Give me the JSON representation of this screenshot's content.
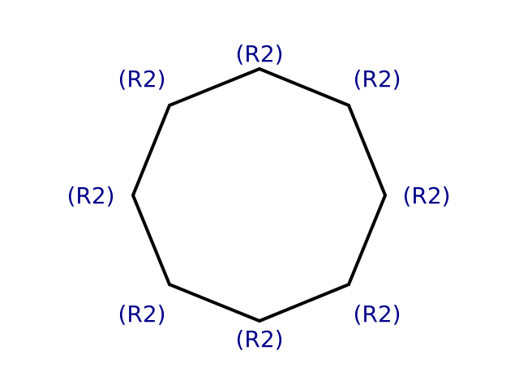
{
  "diagram": {
    "type": "cyclooctane-ring",
    "ring_size": 8,
    "bond_color": "#000000",
    "label_color": "#00008b",
    "substituents": [
      {
        "position": "top",
        "label": "(R2)"
      },
      {
        "position": "top-right",
        "label": "(R2)"
      },
      {
        "position": "right",
        "label": "(R2)"
      },
      {
        "position": "bottom-right",
        "label": "(R2)"
      },
      {
        "position": "bottom",
        "label": "(R2)"
      },
      {
        "position": "bottom-left",
        "label": "(R2)"
      },
      {
        "position": "left",
        "label": "(R2)"
      },
      {
        "position": "top-left",
        "label": "(R2)"
      }
    ]
  }
}
